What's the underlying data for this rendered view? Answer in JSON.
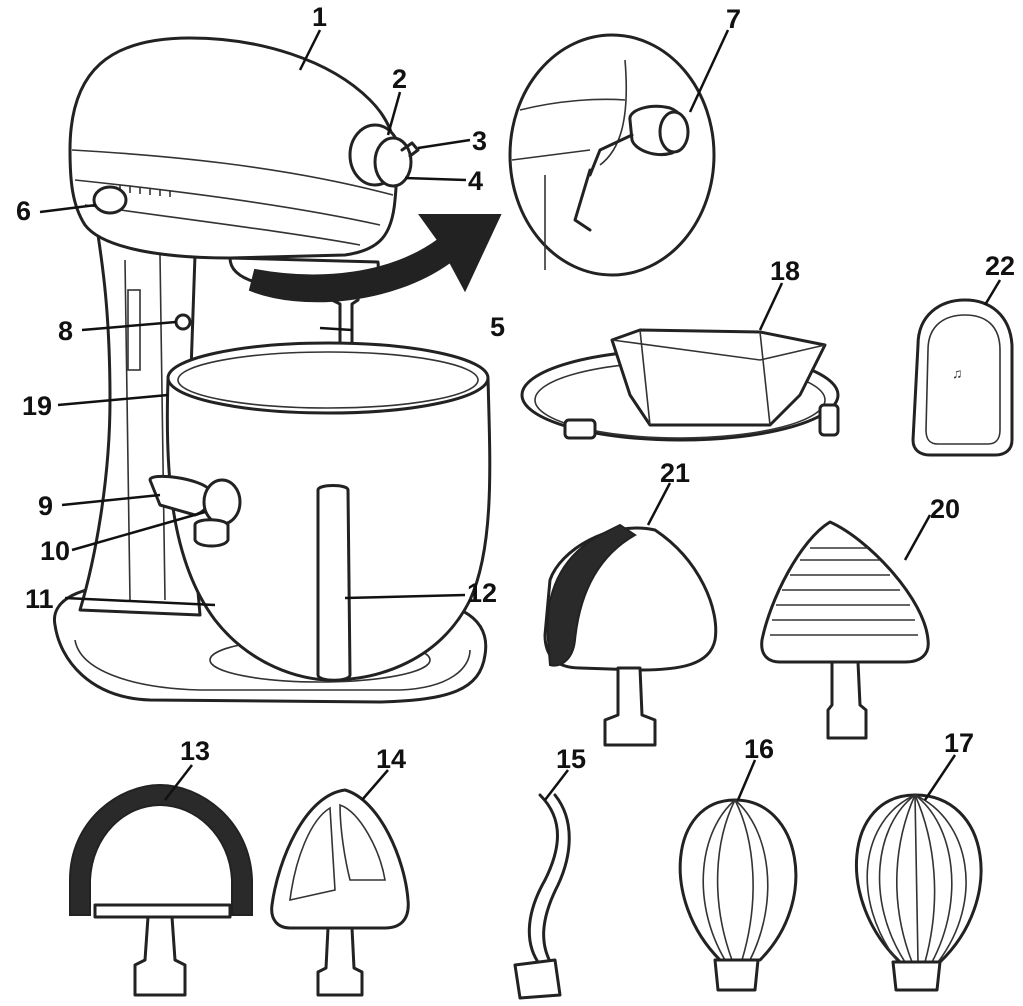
{
  "colors": {
    "outline": "#222222",
    "silicone_edge": "#2a2a2a",
    "background": "#ffffff"
  },
  "part_labels": {
    "p1": "1",
    "p2": "2",
    "p3": "3",
    "p4": "4",
    "p5": "5",
    "p6": "6",
    "p7": "7",
    "p8": "8",
    "p9": "9",
    "p10": "10",
    "p11": "11",
    "p12": "12",
    "p13": "13",
    "p14": "14",
    "p15": "15",
    "p16": "16",
    "p17": "17",
    "p18": "18",
    "p19": "19",
    "p20": "20",
    "p21": "21",
    "p22": "22"
  }
}
